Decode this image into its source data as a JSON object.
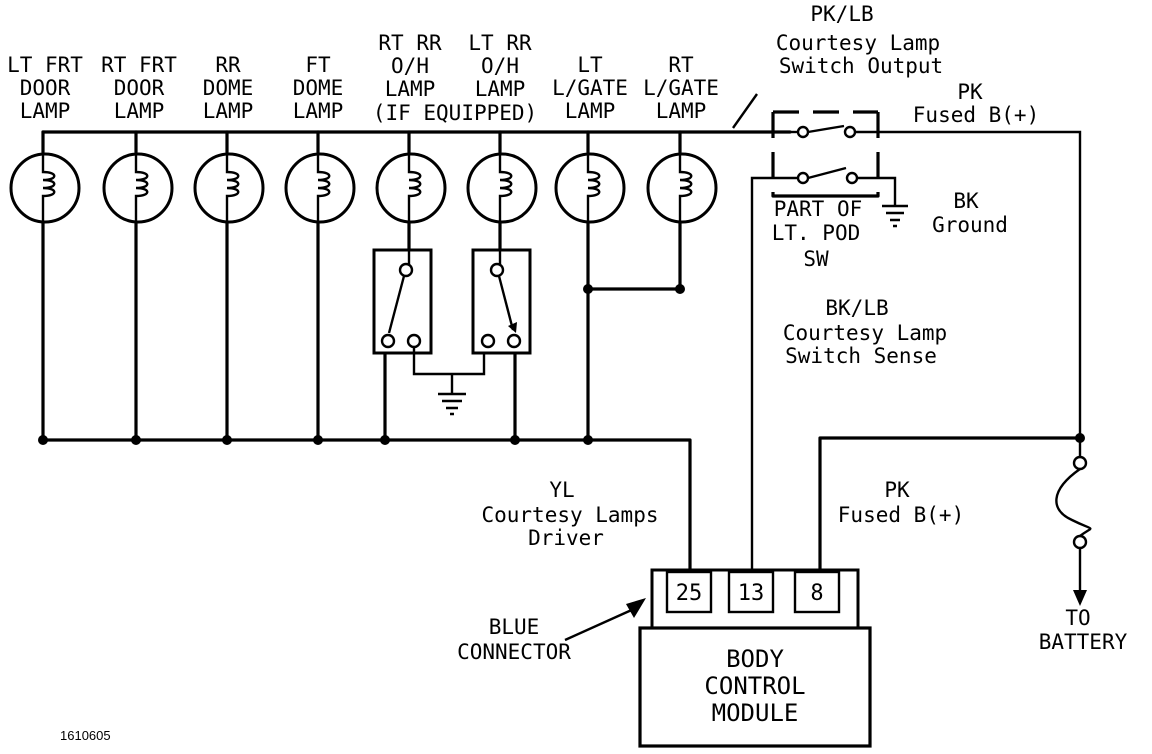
{
  "lamps": [
    {
      "label": [
        "LT FRT",
        "DOOR",
        "LAMP"
      ]
    },
    {
      "label": [
        "RT FRT",
        "DOOR",
        "LAMP"
      ]
    },
    {
      "label": [
        "RR",
        "DOME",
        "LAMP"
      ]
    },
    {
      "label": [
        "FT",
        "DOME",
        "LAMP"
      ]
    },
    {
      "label": [
        "RT RR",
        "O/H",
        "LAMP"
      ]
    },
    {
      "label": [
        "LT RR",
        "O/H",
        "LAMP"
      ]
    },
    {
      "label": [
        "LT",
        "L/GATE",
        "LAMP"
      ]
    },
    {
      "label": [
        "RT",
        "L/GATE",
        "LAMP"
      ]
    }
  ],
  "if_equipped": "(IF EQUIPPED)",
  "pk_lb_wire": [
    "PK/LB",
    "Courtesy Lamp",
    "Switch Output"
  ],
  "pk_top": [
    "PK",
    "Fused B(+)"
  ],
  "switch_part": [
    "PART OF",
    "LT. POD",
    "SW"
  ],
  "bk_ground": [
    "BK",
    "Ground"
  ],
  "bk_lb_wire": [
    "BK/LB",
    "Courtesy Lamp",
    "Switch Sense"
  ],
  "yl_wire": [
    "YL",
    "Courtesy Lamps",
    "Driver"
  ],
  "pk_bottom": [
    "PK",
    "Fused B(+)"
  ],
  "battery": [
    "TO",
    "BATTERY"
  ],
  "connector": [
    "BLUE",
    "CONNECTOR"
  ],
  "pins": [
    "25",
    "13",
    "8"
  ],
  "module": [
    "BODY",
    "CONTROL",
    "MODULE"
  ],
  "figure_id": "1610605"
}
